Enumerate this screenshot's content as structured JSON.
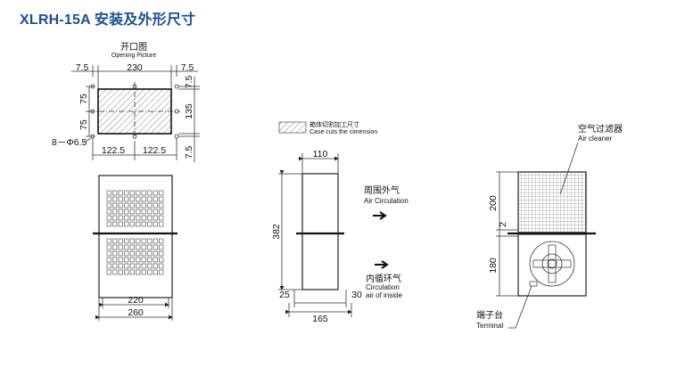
{
  "header": {
    "title": "XLRH-15A 安装及外形尺寸"
  },
  "opening": {
    "title_cn": "开口图",
    "title_en": "Opening Picture",
    "dim_top_left": "7.5",
    "dim_top_mid": "230",
    "dim_top_right": "7.5",
    "dim_right_top": "7.5",
    "dim_right_mid": "135",
    "dim_right_bot": "7.5",
    "dim_left_upper": "75",
    "dim_left_lower": "75",
    "dim_bottom_left": "122.5",
    "dim_bottom_right": "122.5",
    "holes": "8－Φ6.5"
  },
  "front": {
    "dim_inner": "220",
    "dim_outer": "260"
  },
  "legend": {
    "cn": "箱体切割加工尺寸",
    "en": "Case cuts the cimension"
  },
  "side": {
    "dim_top": "110",
    "dim_height": "382",
    "dim_left": "25",
    "dim_right": "30",
    "dim_bottom": "165",
    "air_out_cn": "周围外气",
    "air_out_en": "Air Circulation",
    "air_in_cn": "内循环气",
    "air_in_en1": "Circulation",
    "air_in_en2": "air of inside"
  },
  "rear": {
    "filter_cn": "空气过滤器",
    "filter_en": "Air cleaner",
    "dim_upper": "200",
    "dim_gap": "2",
    "dim_lower": "180",
    "terminal_cn": "端子台",
    "terminal_en": "Terminal"
  }
}
